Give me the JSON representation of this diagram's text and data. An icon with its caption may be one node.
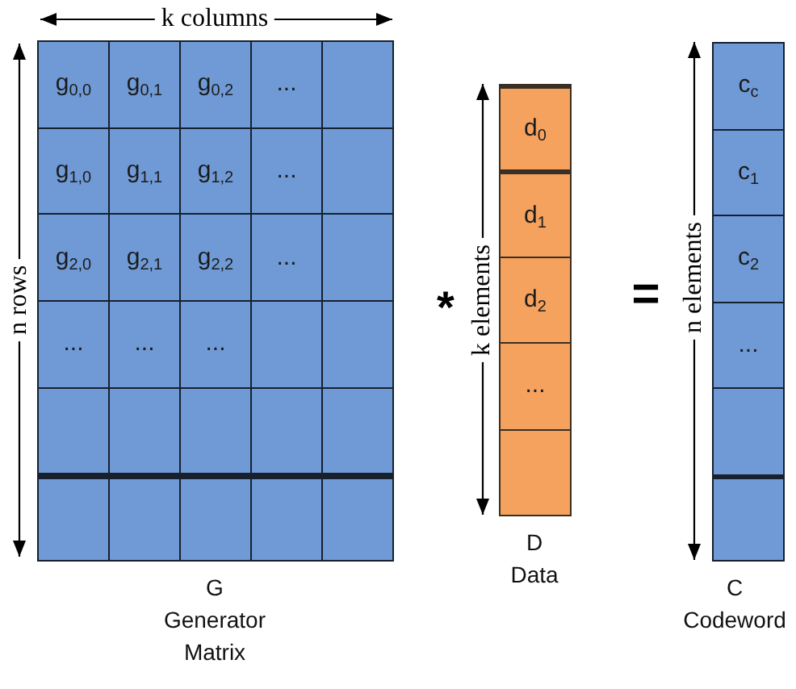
{
  "diagram": {
    "nodes": [
      {
        "text": [
          "G",
          "Generator Matrix"
        ]
      },
      {
        "text": [
          "g$_{0,0}$"
        ],
        "in": 0
      },
      {
        "text": [
          "g$_{0,1}$"
        ],
        "in": 0
      },
      {
        "text": [
          "g$_{0,2}$"
        ],
        "in": 0
      },
      {
        "text": [
          "..."
        ],
        "in": 0
      },
      {
        "text": [],
        "shape": "box",
        "in": 0
      },
      {
        "text": [
          "g$_{1,0}$"
        ],
        "in": 0
      },
      {
        "text": [
          "g$_{1,1}$"
        ],
        "in": 0
      },
      {
        "text": [
          "g$_{1,2}$"
        ],
        "in": 0
      },
      {
        "text": [
          "..."
        ],
        "in": 0
      },
      {
        "text": [],
        "shape": "box",
        "in": 0
      },
      {
        "text": [
          "g$_{2,0}$"
        ],
        "in": 0
      },
      {
        "text": [
          "g$_{2,1}$"
        ],
        "in": 0
      },
      {
        "text": [
          "g$_{2,2}$"
        ],
        "in": 0
      },
      {
        "text": [
          "..."
        ],
        "in": 0
      },
      {
        "text": [],
        "shape": "box",
        "in": 0
      },
      {
        "text": [
          "..."
        ],
        "in": 0
      },
      {
        "text": [
          "..."
        ],
        "in": 0
      },
      {
        "text": [
          "..."
        ],
        "in": 0
      },
      {
        "text": [],
        "shape": "box",
        "in": 0
      },
      {
        "text": [],
        "shape": "box",
        "in": 0
      },
      {
        "text": [],
        "shape": "box",
        "in": 0
      },
      {
        "text": [],
        "shape": "box",
        "in": 0
      },
      {
        "text": [],
        "shape": "box",
        "in": 0
      },
      {
        "text": [],
        "shape": "box",
        "in": 0
      },
      {
        "text": [],
        "shape": "box",
        "in": 0
      },
      {
        "text": [],
        "shape": "box",
        "in": 0
      },
      {
        "text": [],
        "shape": "box",
        "in": 0
      },
      {
        "text": [],
        "shape": "box",
        "in": 0
      },
      {
        "text": [],
        "shape": "box",
        "in": 0
      },
      {
        "text": [],
        "shape": "box",
        "in": 0
      },
      {
        "text": [
          "D",
          "Data"
        ]
      },
      {
        "text": [
          "d$_{0}$"
        ],
        "in": 31
      },
      {
        "text": [
          "d$_{1}$"
        ],
        "in": 31
      },
      {
        "text": [
          "d$_{2}$"
        ],
        "in": 31
      },
      {
        "text": [
          "..."
        ],
        "in": 31
      },
      {
        "text": [],
        "shape": "box",
        "in": 31
      },
      {
        "text": [
          "C",
          "Codeword"
        ]
      },
      {
        "text": [
          "c$_{c}$"
        ],
        "in": 37
      },
      {
        "text": [
          "c$_{1}$"
        ],
        "in": 37
      },
      {
        "text": [
          "c$_{2}$"
        ],
        "in": 37
      },
      {
        "text": [
          "..."
        ],
        "in": 37
      },
      {
        "text": [],
        "shape": "box",
        "in": 37
      },
      {
        "text": [],
        "shape": "box",
        "in": 37
      }
    ],
    "labels": [
      "k columns",
      "n rows",
      "*",
      "k elements",
      "=",
      "n elements"
    ]
  }
}
